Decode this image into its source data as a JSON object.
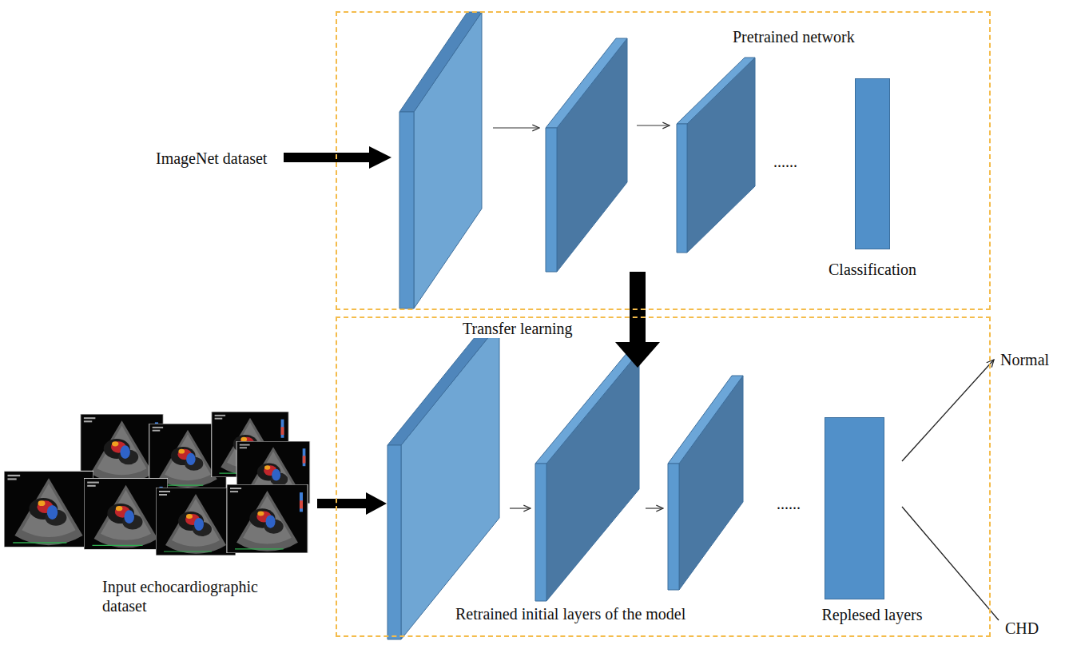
{
  "diagram": {
    "nodes": [
      {
        "text": [
          "Pretrained network"
        ]
      },
      {
        "text": [
          "Classification"
        ],
        "in": 0
      },
      {
        "text": [
          "Retrained initial layers of the model"
        ]
      },
      {
        "text": [
          "Replesed layers"
        ],
        "in": 2
      },
      {
        "text": [
          "Normal"
        ]
      },
      {
        "text": [
          "CHD"
        ]
      }
    ],
    "edges": [
      {
        "from": 0,
        "to": 2,
        "arrow": "to",
        "label": "Transfer learning"
      },
      {
        "from": 3,
        "to": 4,
        "arrow": "to"
      },
      {
        "from": 3,
        "to": 5,
        "arrow": "none"
      }
    ],
    "labels": [
      "ImageNet dataset",
      "......",
      "......",
      "Input echocardiographic dataset"
    ]
  }
}
